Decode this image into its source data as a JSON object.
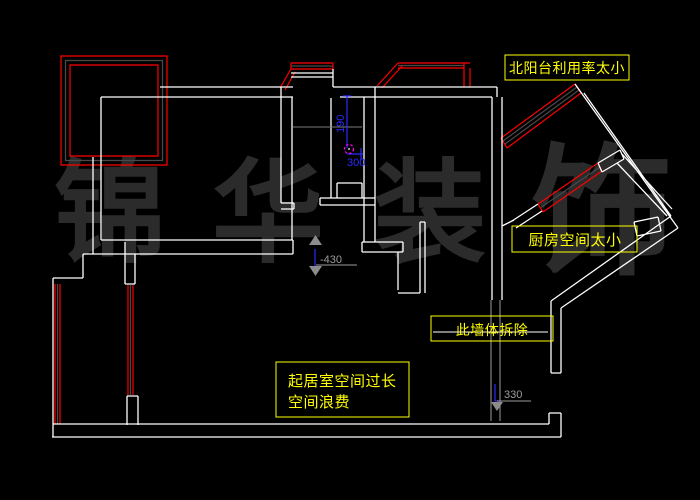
{
  "app": {
    "type": "cad-floor-plan-view",
    "background": "#000000"
  },
  "watermark": {
    "chars": [
      "锦",
      "华",
      "装",
      "饰"
    ],
    "color": "#2b2b2b"
  },
  "annotations": {
    "north_balcony": "北阳台利用率太小",
    "kitchen": "厨房空间太小",
    "demolish_wall": "此墙体拆除",
    "living_room_line1": "起居室空间过长",
    "living_room_line2": "空间浪费"
  },
  "dimensions": {
    "bath_vertical": "190",
    "bath_horizontal": "300",
    "door_level": "-430",
    "wall_offset": "330"
  },
  "colors": {
    "wall": "#ffffff",
    "window": "#ff0000",
    "window_center": "#4a4a4a",
    "fixture": "#7a7a7a",
    "demolish_wall": "#9e9e9e",
    "dimension_blue": "#2a2aff",
    "dimension_gray": "#9c9c9c",
    "annotation": "#ffff00",
    "axis_marker": "#ff00ff"
  }
}
